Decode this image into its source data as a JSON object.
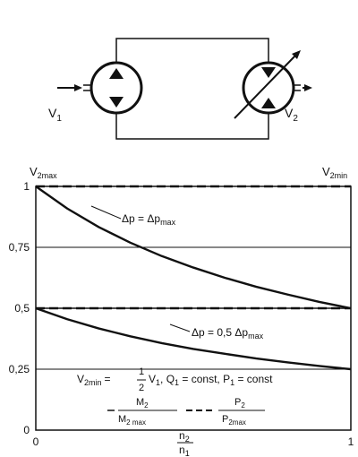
{
  "schematic": {
    "pump_label": "V",
    "pump_label_sub": "1",
    "motor_label": "V",
    "motor_label_sub": "2"
  },
  "chart_data": {
    "type": "line",
    "xlim": [
      0,
      1
    ],
    "ylim": [
      0,
      1
    ],
    "x_ticks": [
      "0",
      "1"
    ],
    "y_ticks": [
      "0",
      "0,25",
      "0,5",
      "0,75",
      "1"
    ],
    "grid": true,
    "x_axis_label": {
      "num": "n",
      "num_sub": "2",
      "den": "n",
      "den_sub": "1"
    },
    "top_left_label": {
      "main": "V",
      "sub": "2max"
    },
    "top_right_label": {
      "main": "V",
      "sub": "2min"
    },
    "series": [
      {
        "style": "solid",
        "x": [
          0,
          0.1,
          0.2,
          0.3,
          0.4,
          0.5,
          0.6,
          0.7,
          0.8,
          0.9,
          1.0
        ],
        "y": [
          1.0,
          0.909,
          0.833,
          0.769,
          0.714,
          0.667,
          0.625,
          0.588,
          0.556,
          0.526,
          0.5
        ]
      },
      {
        "style": "solid",
        "x": [
          0,
          0.1,
          0.2,
          0.3,
          0.4,
          0.5,
          0.6,
          0.7,
          0.8,
          0.9,
          1.0
        ],
        "y": [
          0.5,
          0.455,
          0.417,
          0.385,
          0.357,
          0.333,
          0.313,
          0.294,
          0.278,
          0.263,
          0.25
        ]
      },
      {
        "style": "dashed",
        "x": [
          0,
          1
        ],
        "y": [
          1.0,
          1.0
        ]
      },
      {
        "style": "dashed",
        "x": [
          0,
          1
        ],
        "y": [
          0.5,
          0.5
        ]
      }
    ],
    "annotations": [
      {
        "text": "Δp = Δp",
        "sub": "max"
      },
      {
        "text": "Δp = 0,5 Δp",
        "sub": "max"
      }
    ],
    "formula": {
      "lhs": "V",
      "lhs_sub": "2min",
      "frac_num": "1",
      "frac_den": "2",
      "rhs_v": "V",
      "rhs_v_sub": "1",
      "q": ", Q",
      "q_sub": "1",
      "q_rest": " = const, P",
      "p_sub": "1",
      "p_rest": " = const"
    },
    "legend": [
      {
        "style": "solid",
        "num": "M",
        "num_sub": "2",
        "den": "M",
        "den_sub": "2 max"
      },
      {
        "style": "dashed",
        "num": "P",
        "num_sub": "2",
        "den": "P",
        "den_sub": "2max"
      }
    ]
  }
}
